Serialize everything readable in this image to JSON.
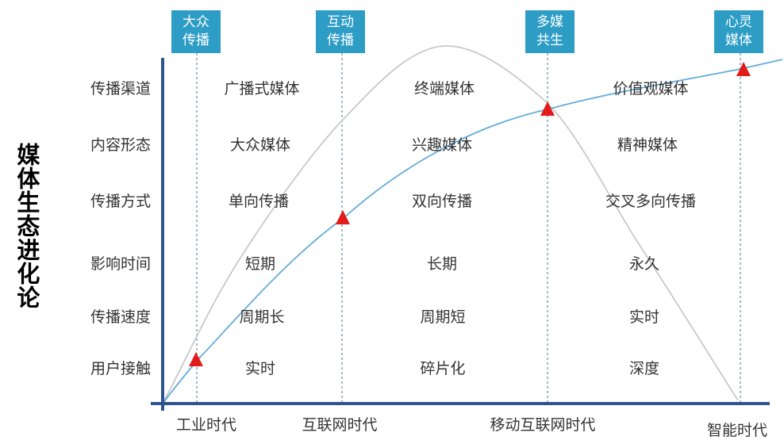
{
  "title": "媒体生态进化论",
  "stages": [
    {
      "name": "大众传播",
      "era": "工业时代"
    },
    {
      "name": "互动传播",
      "era": "互联网时代"
    },
    {
      "name": "多媒共生",
      "era": "移动互联网时代"
    },
    {
      "name": "心灵媒体",
      "era": "智能时代"
    }
  ],
  "rows": [
    {
      "label": "传播渠道",
      "values": [
        "广播式媒体",
        "终端媒体",
        "价值观媒体"
      ]
    },
    {
      "label": "内容形态",
      "values": [
        "大众媒体",
        "兴趣媒体",
        "精神媒体"
      ]
    },
    {
      "label": "传播方式",
      "values": [
        "单向传播",
        "双向传播",
        "交叉多向传播"
      ]
    },
    {
      "label": "影响时间",
      "values": [
        "短期",
        "长期",
        "永久"
      ]
    },
    {
      "label": "传播速度",
      "values": [
        "周期长",
        "周期短",
        "实时"
      ]
    },
    {
      "label": "用户接触",
      "values": [
        "实时",
        "碎片化",
        "深度"
      ]
    }
  ],
  "colors": {
    "stage_box": "#2D9DC6",
    "axis": "#2E5490",
    "growth_curve": "#64ACD8",
    "bell_curve": "#C9C9C9",
    "marker": "#E21B1B",
    "dashed_line": "#7D9CB5",
    "text": "#333333"
  }
}
